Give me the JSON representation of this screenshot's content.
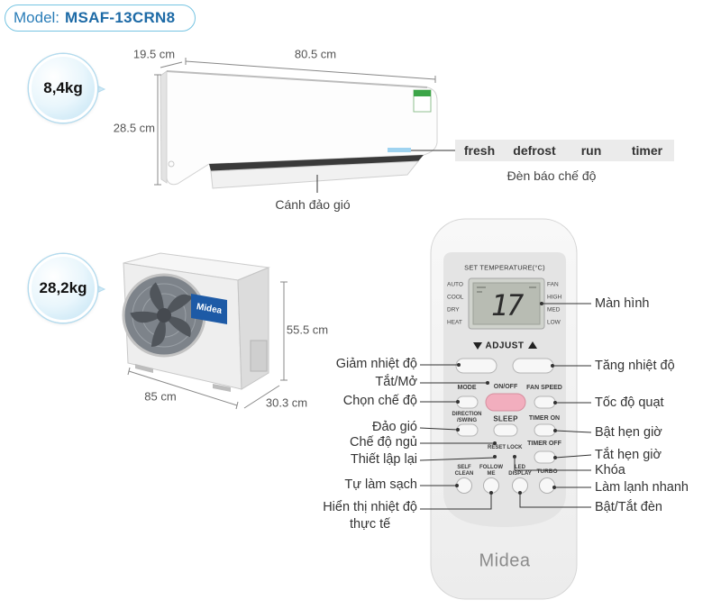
{
  "model": {
    "label": "Model:",
    "value": "MSAF-13CRN8"
  },
  "indoor_unit": {
    "weight": "8,4kg",
    "depth": "19.5 cm",
    "width": "80.5 cm",
    "height": "28.5 cm",
    "indicator_lights": [
      "fresh",
      "defrost",
      "run",
      "timer"
    ],
    "indicator_caption": "Đèn báo chế độ",
    "louver_caption": "Cánh đảo gió"
  },
  "outdoor_unit": {
    "weight": "28,2kg",
    "height": "55.5 cm",
    "width": "85 cm",
    "depth": "30.3 cm",
    "brand": "Midea"
  },
  "remote": {
    "set_temperature_label": "SET TEMPERATURE(°C)",
    "modes": [
      "AUTO",
      "COOL",
      "DRY",
      "HEAT"
    ],
    "fan_levels": [
      "FAN",
      "HIGH",
      "MED",
      "LOW"
    ],
    "display_value": "17",
    "adjust_label": "ADJUST",
    "buttons": {
      "mode": "MODE",
      "on_off": "ON/OFF",
      "fan_speed": "FAN SPEED",
      "direction_swing": "DIRECTION\n/SWING",
      "sleep": "SLEEP",
      "timer_on": "TIMER ON",
      "reset": "RESET",
      "lock": "LOCK",
      "timer_off": "TIMER OFF",
      "self_clean": "SELF\nCLEAN",
      "follow_me": "FOLLOW\nME",
      "led_display": "LED\nDISPLAY",
      "turbo": "TURBO"
    },
    "brand": "Midea"
  },
  "callouts": {
    "left": {
      "decrease_temp": "Giảm nhiệt độ",
      "on_off": "Tắt/Mở",
      "select_mode": "Chọn chế độ",
      "swing": "Đảo gió",
      "sleep_mode": "Chế độ ngủ",
      "reset": "Thiết lập lại",
      "self_clean": "Tự làm sạch",
      "follow_me": "Hiển thị nhiệt độ\nthực tế"
    },
    "right": {
      "screen": "Màn hình",
      "increase_temp": "Tăng nhiệt độ",
      "fan_speed": "Tốc độ quạt",
      "timer_on": "Bật hẹn giờ",
      "timer_off": "Tắt hẹn giờ",
      "lock": "Khóa",
      "turbo": "Làm lạnh nhanh",
      "led_toggle": "Bật/Tắt đèn"
    }
  },
  "colors": {
    "accent": "#1d6aa6",
    "badge": "#bfe2f3",
    "power_button": "#f2aebe",
    "outdoor_label": "#1d5aa6"
  }
}
